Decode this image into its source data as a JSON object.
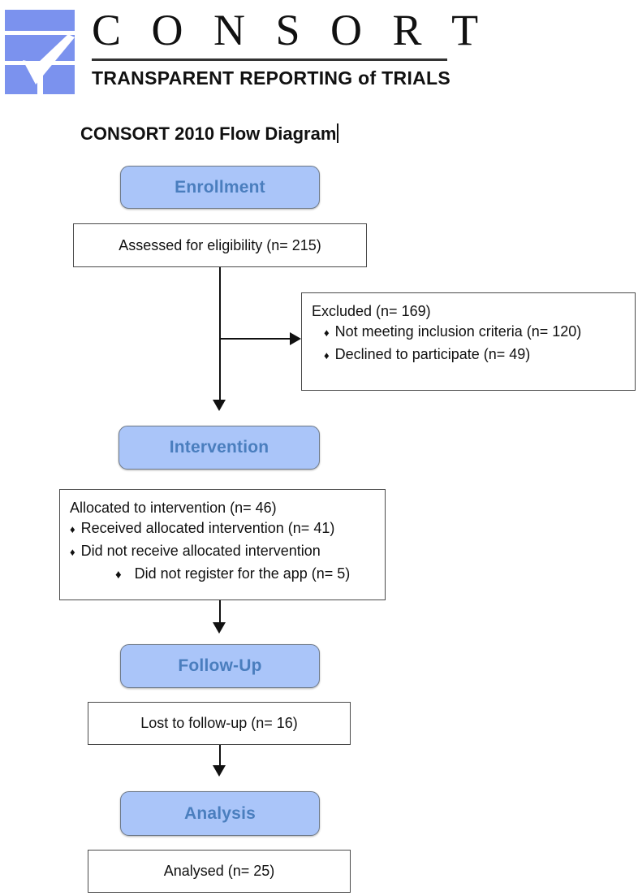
{
  "header": {
    "logo_alt": "CONSORT logo",
    "wordmark": "C O N S O R T",
    "tagline": "TRANSPARENT REPORTING of TRIALS"
  },
  "diagram": {
    "title": "CONSORT 2010 Flow Diagram",
    "stages": {
      "enrollment": "Enrollment",
      "intervention": "Intervention",
      "followup": "Follow-Up",
      "analysis": "Analysis"
    },
    "nodes": {
      "assessed": "Assessed for eligibility (n= 215)",
      "excluded": {
        "heading": "Excluded (n= 169)",
        "items": [
          "Not meeting inclusion criteria (n= 120)",
          "Declined to participate (n= 49)"
        ]
      },
      "allocated": {
        "heading": "Allocated to intervention (n= 46)",
        "items": [
          "Received allocated intervention (n= 41)",
          "Did not receive allocated intervention"
        ],
        "subitem": "Did not register for the app (n= 5)"
      },
      "lost": "Lost to follow-up (n= 16)",
      "analysed": "Analysed (n= 25)"
    },
    "bullet_glyph": "♦",
    "colors": {
      "stage_fill": "#AAC5F9",
      "stage_text": "#4A7EBE",
      "box_border": "#4A4A4A",
      "logo_blue": "#7B92EE"
    }
  }
}
